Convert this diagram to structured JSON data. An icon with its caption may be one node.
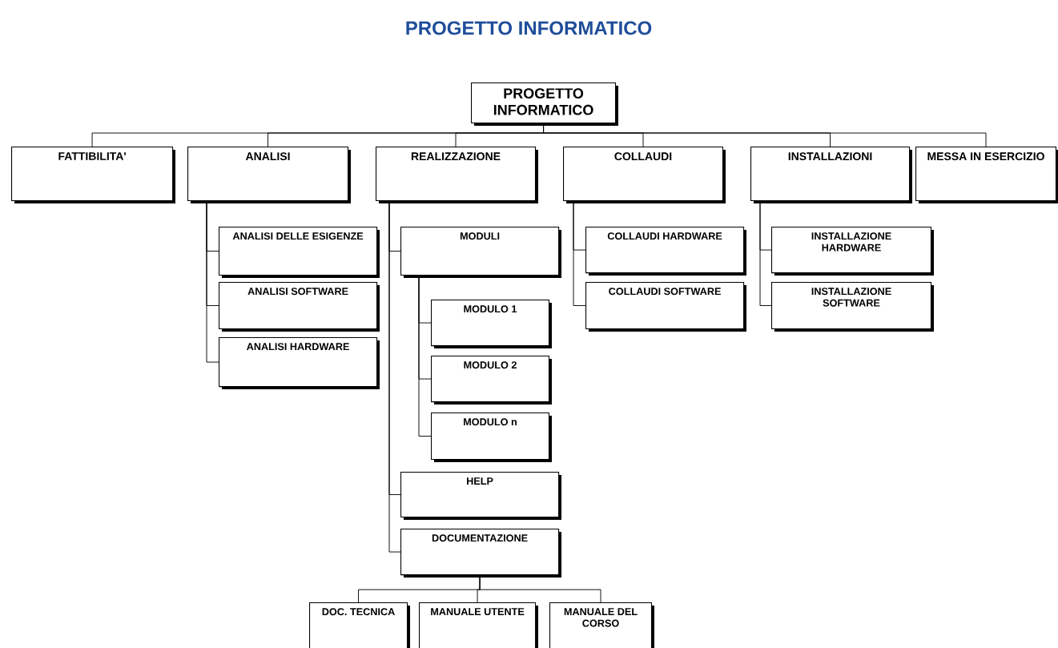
{
  "diagram": {
    "title": "PROGETTO INFORMATICO",
    "nodes": [
      {
        "text": [
          "PROGETTO INFORMATICO"
        ]
      },
      {
        "text": [
          "FATTIBILITA'"
        ]
      },
      {
        "text": [
          "ANALISI"
        ]
      },
      {
        "text": [
          "REALIZZAZIONE"
        ]
      },
      {
        "text": [
          "COLLAUDI"
        ]
      },
      {
        "text": [
          "INSTALLAZIONI"
        ]
      },
      {
        "text": [
          "MESSA IN ESERCIZIO"
        ]
      },
      {
        "text": [
          "ANALISI DELLE ESIGENZE"
        ]
      },
      {
        "text": [
          "ANALISI SOFTWARE"
        ]
      },
      {
        "text": [
          "ANALISI HARDWARE"
        ]
      },
      {
        "text": [
          "MODULI"
        ]
      },
      {
        "text": [
          "MODULO 1"
        ]
      },
      {
        "text": [
          "MODULO 2"
        ]
      },
      {
        "text": [
          "MODULO n"
        ]
      },
      {
        "text": [
          "HELP"
        ]
      },
      {
        "text": [
          "DOCUMENTAZIONE"
        ]
      },
      {
        "text": [
          "COLLAUDI HARDWARE"
        ]
      },
      {
        "text": [
          "COLLAUDI SOFTWARE"
        ]
      },
      {
        "text": [
          "INSTALLAZIONE HARDWARE"
        ]
      },
      {
        "text": [
          "INSTALLAZIONE SOFTWARE"
        ]
      },
      {
        "text": [
          "DOC. TECNICA"
        ]
      },
      {
        "text": [
          "MANUALE UTENTE"
        ]
      },
      {
        "text": [
          "MANUALE DEL CORSO"
        ]
      }
    ],
    "edges": [
      {
        "from": 0,
        "to": 1,
        "arrow": "none"
      },
      {
        "from": 0,
        "to": 2,
        "arrow": "none"
      },
      {
        "from": 0,
        "to": 3,
        "arrow": "none"
      },
      {
        "from": 0,
        "to": 4,
        "arrow": "none"
      },
      {
        "from": 0,
        "to": 5,
        "arrow": "none"
      },
      {
        "from": 0,
        "to": 6,
        "arrow": "none"
      },
      {
        "from": 2,
        "to": 7,
        "arrow": "none"
      },
      {
        "from": 2,
        "to": 8,
        "arrow": "none"
      },
      {
        "from": 2,
        "to": 9,
        "arrow": "none"
      },
      {
        "from": 3,
        "to": 10,
        "arrow": "none"
      },
      {
        "from": 10,
        "to": 11,
        "arrow": "none"
      },
      {
        "from": 10,
        "to": 12,
        "arrow": "none"
      },
      {
        "from": 10,
        "to": 13,
        "arrow": "none"
      },
      {
        "from": 3,
        "to": 14,
        "arrow": "none"
      },
      {
        "from": 3,
        "to": 15,
        "arrow": "none"
      },
      {
        "from": 4,
        "to": 16,
        "arrow": "none"
      },
      {
        "from": 4,
        "to": 17,
        "arrow": "none"
      },
      {
        "from": 5,
        "to": 18,
        "arrow": "none"
      },
      {
        "from": 5,
        "to": 19,
        "arrow": "none"
      },
      {
        "from": 15,
        "to": 20,
        "arrow": "none"
      },
      {
        "from": 15,
        "to": 21,
        "arrow": "none"
      },
      {
        "from": 15,
        "to": 22,
        "arrow": "none"
      }
    ]
  }
}
